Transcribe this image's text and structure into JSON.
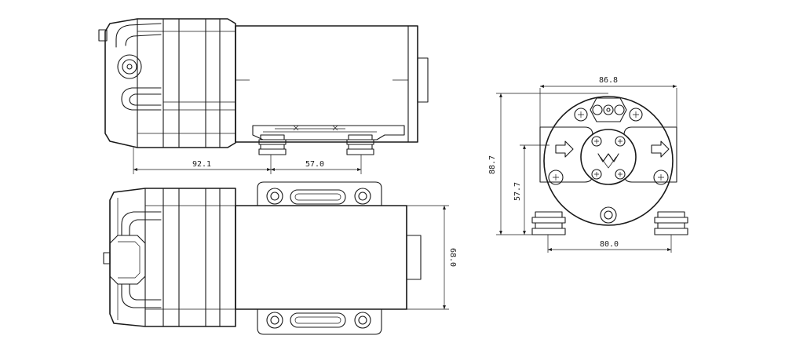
{
  "dimensions": {
    "side_length_1": "92.1",
    "side_length_2": "57.0",
    "top_width": "68.0",
    "front_width_top": "86.8",
    "front_height_total": "88.7",
    "front_height_mount": "57.7",
    "front_width_bottom": "80.0"
  },
  "colors": {
    "line": "#1a1a1a",
    "background": "#ffffff"
  }
}
